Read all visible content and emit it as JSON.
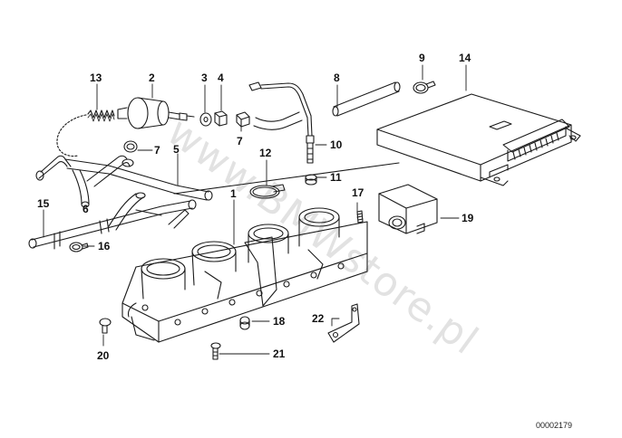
{
  "callouts": [
    {
      "id": "c13",
      "label": "13"
    },
    {
      "id": "c2",
      "label": "2"
    },
    {
      "id": "c3",
      "label": "3"
    },
    {
      "id": "c4",
      "label": "4"
    },
    {
      "id": "c8",
      "label": "8"
    },
    {
      "id": "c9",
      "label": "9"
    },
    {
      "id": "c14",
      "label": "14"
    },
    {
      "id": "c7a",
      "label": "7"
    },
    {
      "id": "c5",
      "label": "5"
    },
    {
      "id": "c7b",
      "label": "7"
    },
    {
      "id": "c12",
      "label": "12"
    },
    {
      "id": "c10",
      "label": "10"
    },
    {
      "id": "c11",
      "label": "11"
    },
    {
      "id": "c1",
      "label": "1"
    },
    {
      "id": "c17",
      "label": "17"
    },
    {
      "id": "c15",
      "label": "15"
    },
    {
      "id": "c6",
      "label": "6"
    },
    {
      "id": "c19",
      "label": "19"
    },
    {
      "id": "c16",
      "label": "16"
    },
    {
      "id": "c18",
      "label": "18"
    },
    {
      "id": "c22",
      "label": "22"
    },
    {
      "id": "c20",
      "label": "20"
    },
    {
      "id": "c21",
      "label": "21"
    }
  ],
  "document_id": "00002179",
  "watermark": "www.BMWstore.pl",
  "colors": {
    "line": "#1a1a1a",
    "paper": "#ffffff",
    "watermark": "#e2e2e2"
  }
}
